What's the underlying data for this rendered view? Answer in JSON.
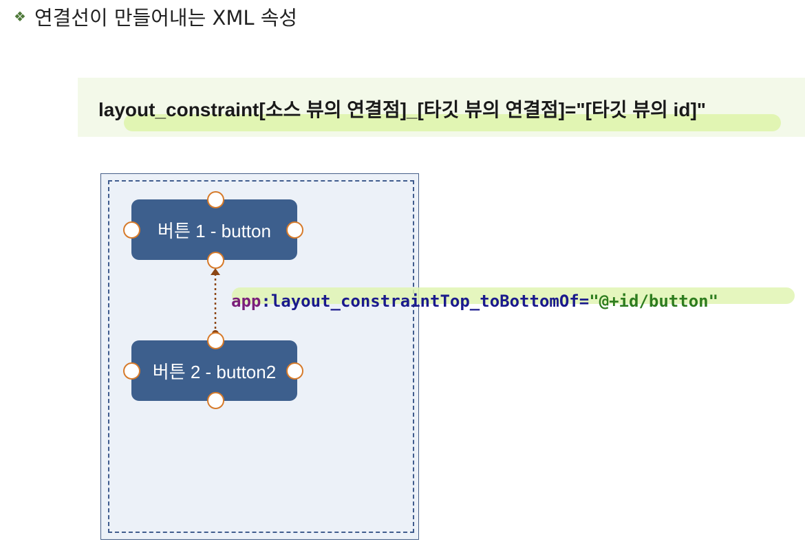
{
  "heading": {
    "bullet": "❖",
    "title": "연결선이 만들어내는 XML 속성"
  },
  "formula": "layout_constraint[소스 뷰의 연결점]_[타깃 뷰의 연결점]=\"[타깃 뷰의 id]\"",
  "diagram": {
    "button1_label": "버튼 1 - button",
    "button2_label": "버튼 2 - button2",
    "attribute": {
      "namespace": "app",
      "separator": ":",
      "name": "layout_constraintTop_toBottomOf",
      "equals": "=",
      "value": "\"@+id/button\""
    },
    "colors": {
      "button_fill": "#3d5f8d",
      "handle_border": "#d67a2a",
      "connector": "#8b4513",
      "highlight": "#e1f5b3",
      "frame_border": "#445d87"
    }
  }
}
